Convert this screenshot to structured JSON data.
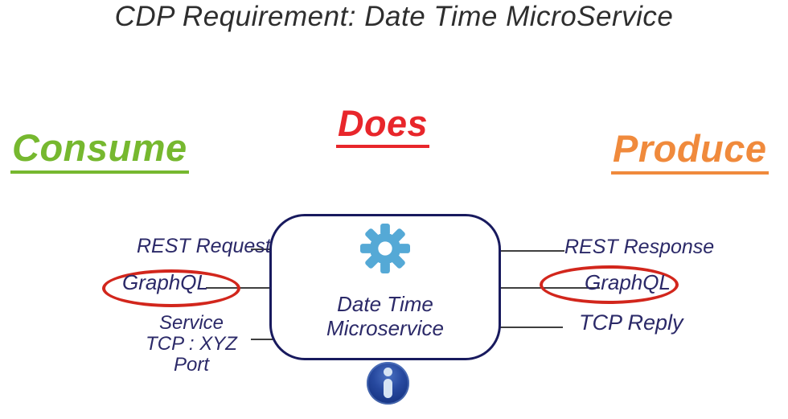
{
  "title": "CDP Requirement: Date Time MicroService",
  "headers": {
    "consume": "Consume",
    "does": "Does",
    "produce": "Produce"
  },
  "box": {
    "name_line1": "Date Time",
    "name_line2": "Microservice",
    "icon": "gear-icon"
  },
  "consume_side": {
    "rest": "REST Request",
    "graphql": "GraphQL",
    "service_line1": "Service",
    "service_line2": "TCP : XYZ Port"
  },
  "produce_side": {
    "rest": "REST Response",
    "graphql": "GraphQL",
    "tcp": "TCP Reply"
  },
  "info": {
    "icon": "info-icon"
  },
  "colors": {
    "consume_green": "#76b82f",
    "does_red": "#e8262b",
    "produce_orange": "#f08a3c",
    "label_navy": "#2b2968",
    "box_border_navy": "#181a5e",
    "gear_blue": "#55a9d6",
    "highlight_red": "#d2261c",
    "info_blue": "#1b3b8e",
    "connector_gray": "#3f3f3f",
    "title_gray": "#2e2e2e",
    "background": "#ffffff"
  }
}
